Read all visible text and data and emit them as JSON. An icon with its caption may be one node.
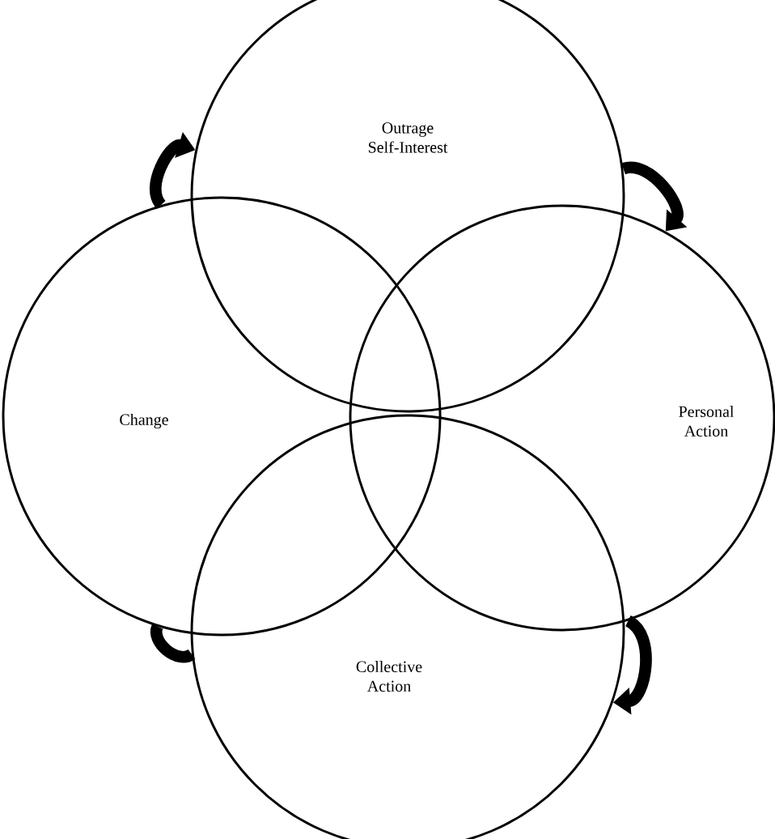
{
  "diagram": {
    "nodes": [
      {
        "text": [
          "Outrage Self-Interest"
        ]
      },
      {
        "text": [
          "Personal Action"
        ]
      },
      {
        "text": [
          "Collective Action"
        ]
      },
      {
        "text": [
          "Change"
        ]
      }
    ],
    "edges": [
      {
        "from": 0,
        "to": 1,
        "arrow": "to"
      },
      {
        "from": 1,
        "to": 2,
        "arrow": "to"
      },
      {
        "from": 2,
        "to": 3,
        "arrow": "none"
      },
      {
        "from": 3,
        "to": 0,
        "arrow": "to"
      }
    ]
  }
}
